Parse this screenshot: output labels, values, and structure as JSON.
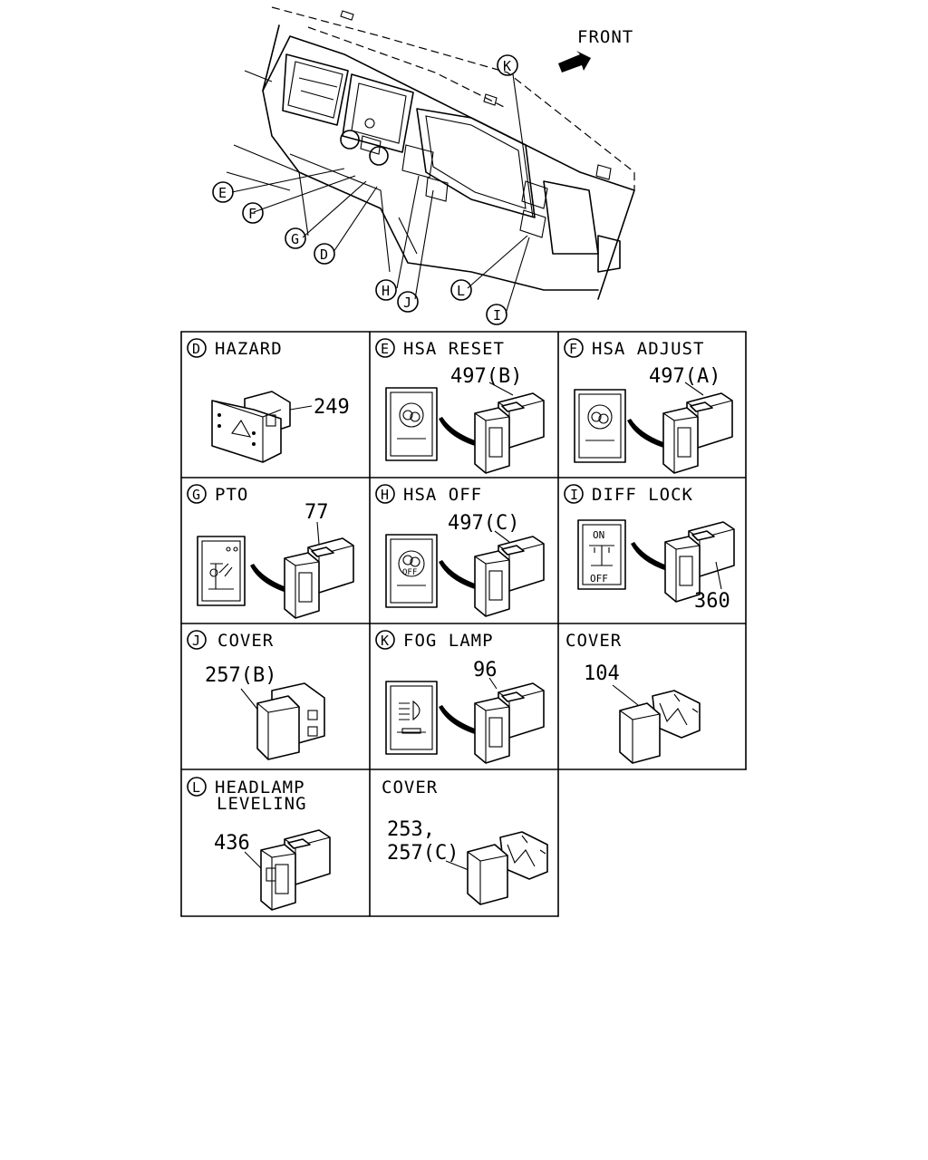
{
  "front_label": "FRONT",
  "callouts": {
    "d": "D",
    "e": "E",
    "f": "F",
    "g": "G",
    "h": "H",
    "i": "I",
    "j": "J",
    "k": "K",
    "l": "L"
  },
  "cells": {
    "hazard": {
      "letter": "D",
      "title": "HAZARD",
      "part": "249"
    },
    "hsa_reset": {
      "letter": "E",
      "title": "HSA RESET",
      "part": "497(B)"
    },
    "hsa_adjust": {
      "letter": "F",
      "title": "HSA ADJUST",
      "part": "497(A)"
    },
    "pto": {
      "letter": "G",
      "title": "PTO",
      "part": "77"
    },
    "hsa_off": {
      "letter": "H",
      "title": "HSA OFF",
      "part": "497(C)",
      "icon_text": "OFF"
    },
    "diff_lock": {
      "letter": "I",
      "title": "DIFF LOCK",
      "part": "360",
      "on_text": "ON",
      "off_text": "OFF"
    },
    "cover_j": {
      "letter": "J",
      "title": "COVER",
      "part": "257(B)"
    },
    "fog_lamp": {
      "letter": "K",
      "title": "FOG LAMP",
      "part": "96"
    },
    "cover_104": {
      "title": "COVER",
      "part": "104"
    },
    "headlamp": {
      "letter": "L",
      "title_line1": "HEADLAMP",
      "title_line2": "LEVELING",
      "part": "436"
    },
    "cover_253": {
      "title": "COVER",
      "part_line1": "253,",
      "part_line2": "257(C)"
    }
  }
}
